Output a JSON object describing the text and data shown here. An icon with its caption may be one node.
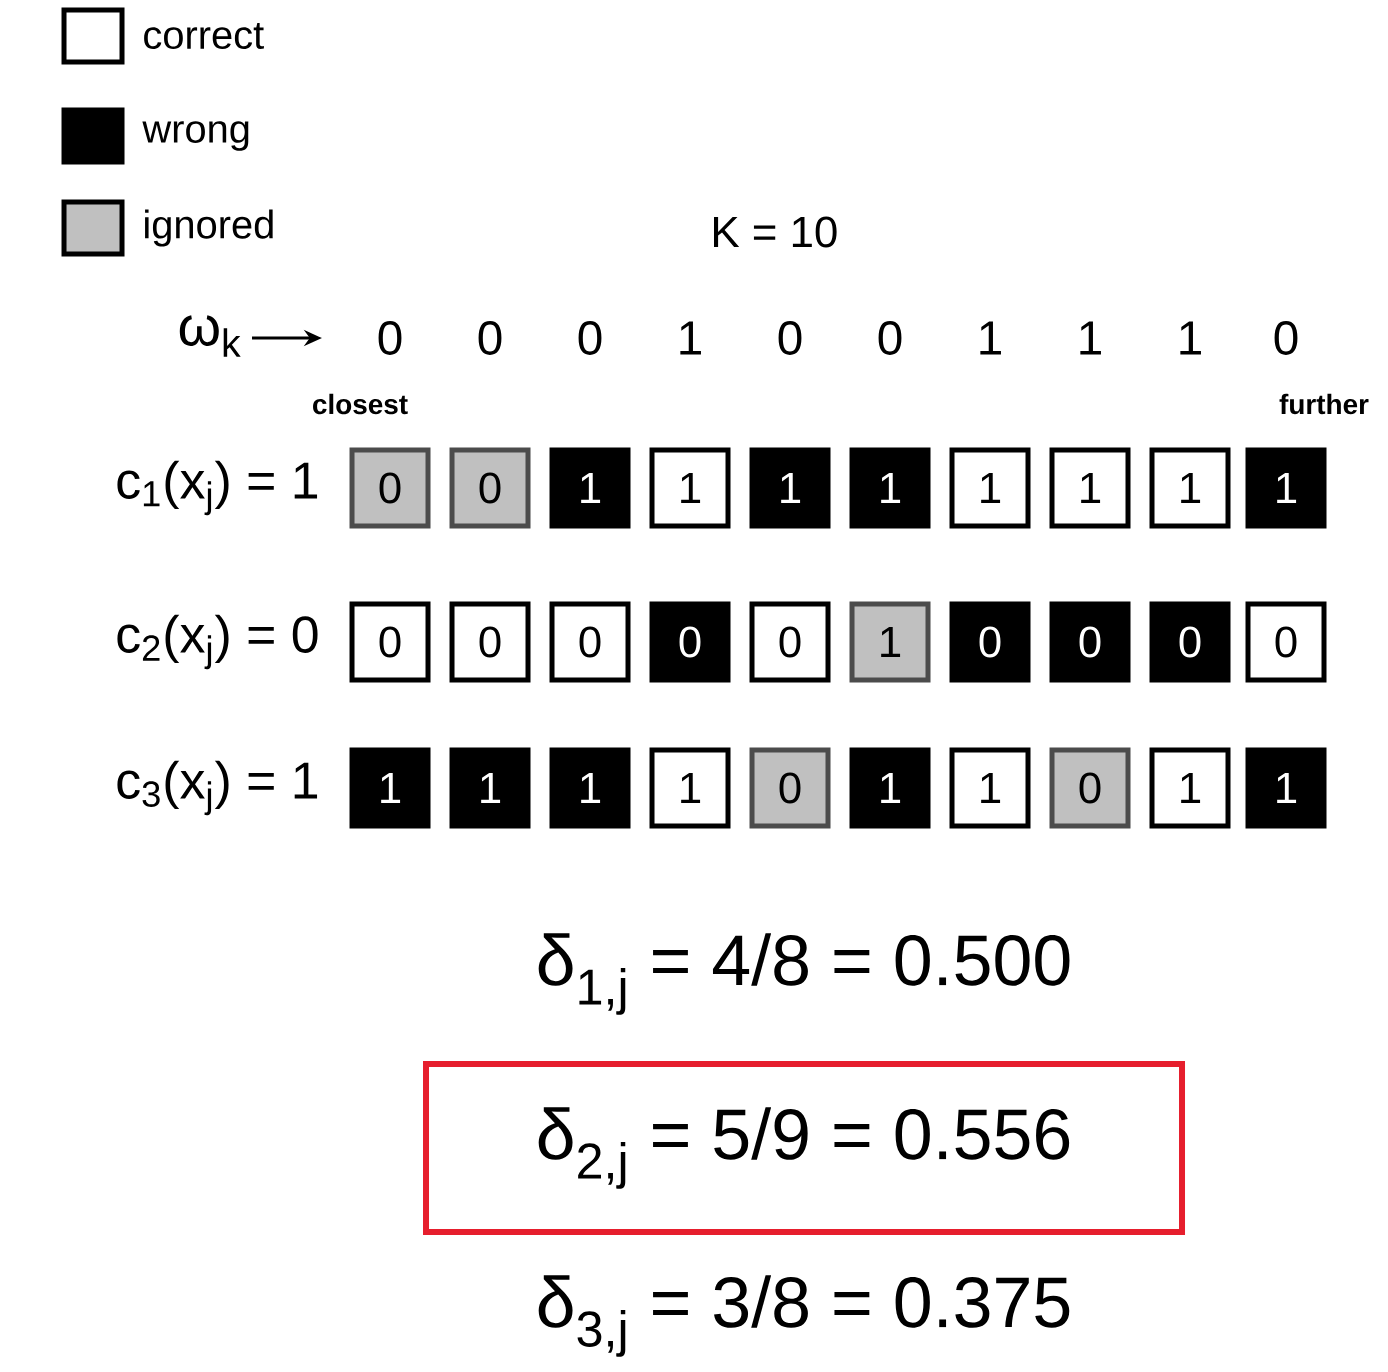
{
  "diagram": {
    "nodes": [
      {
        "text": [
          "0"
        ]
      },
      {
        "text": [
          "0"
        ]
      },
      {
        "text": [
          "1"
        ]
      },
      {
        "text": [
          "1"
        ]
      },
      {
        "text": [
          "1"
        ]
      },
      {
        "text": [
          "1"
        ]
      },
      {
        "text": [
          "1"
        ]
      },
      {
        "text": [
          "1"
        ]
      },
      {
        "text": [
          "1"
        ]
      },
      {
        "text": [
          "1"
        ]
      },
      {
        "text": [
          "0"
        ]
      },
      {
        "text": [
          "0"
        ]
      },
      {
        "text": [
          "0"
        ]
      },
      {
        "text": [
          "0"
        ]
      },
      {
        "text": [
          "0"
        ]
      },
      {
        "text": [
          "1"
        ]
      },
      {
        "text": [
          "0"
        ]
      },
      {
        "text": [
          "0"
        ]
      },
      {
        "text": [
          "0"
        ]
      },
      {
        "text": [
          "0"
        ]
      },
      {
        "text": [
          "1"
        ]
      },
      {
        "text": [
          "1"
        ]
      },
      {
        "text": [
          "1"
        ]
      },
      {
        "text": [
          "1"
        ]
      },
      {
        "text": [
          "0"
        ]
      },
      {
        "text": [
          "1"
        ]
      },
      {
        "text": [
          "1"
        ]
      },
      {
        "text": [
          "0"
        ]
      },
      {
        "text": [
          "1"
        ]
      },
      {
        "text": [
          "1"
        ]
      },
      {
        "text": [
          "δ$_{2,j}$ = 5/9 = 0.556"
        ]
      }
    ],
    "labels": [
      "K = 10",
      "ω$_{k}$",
      "0",
      "0",
      "0",
      "1",
      "0",
      "0",
      "1",
      "1",
      "1",
      "0",
      "closest",
      "further",
      "c$_{1}$(x$_{j}$) = 1",
      "c$_{2}$(x$_{j}$) = 0",
      "c$_{3}$(x$_{j}$) = 1",
      "δ$_{1,j}$ = 4/8 = 0.500",
      "δ$_{3,j}$ = 3/8 = 0.375"
    ],
    "legend": [
      {
        "text": "correct"
      },
      {
        "text": "wrong",
        "color": "#000000"
      },
      {
        "text": "ignored",
        "color": "#c0c0c0"
      }
    ]
  }
}
